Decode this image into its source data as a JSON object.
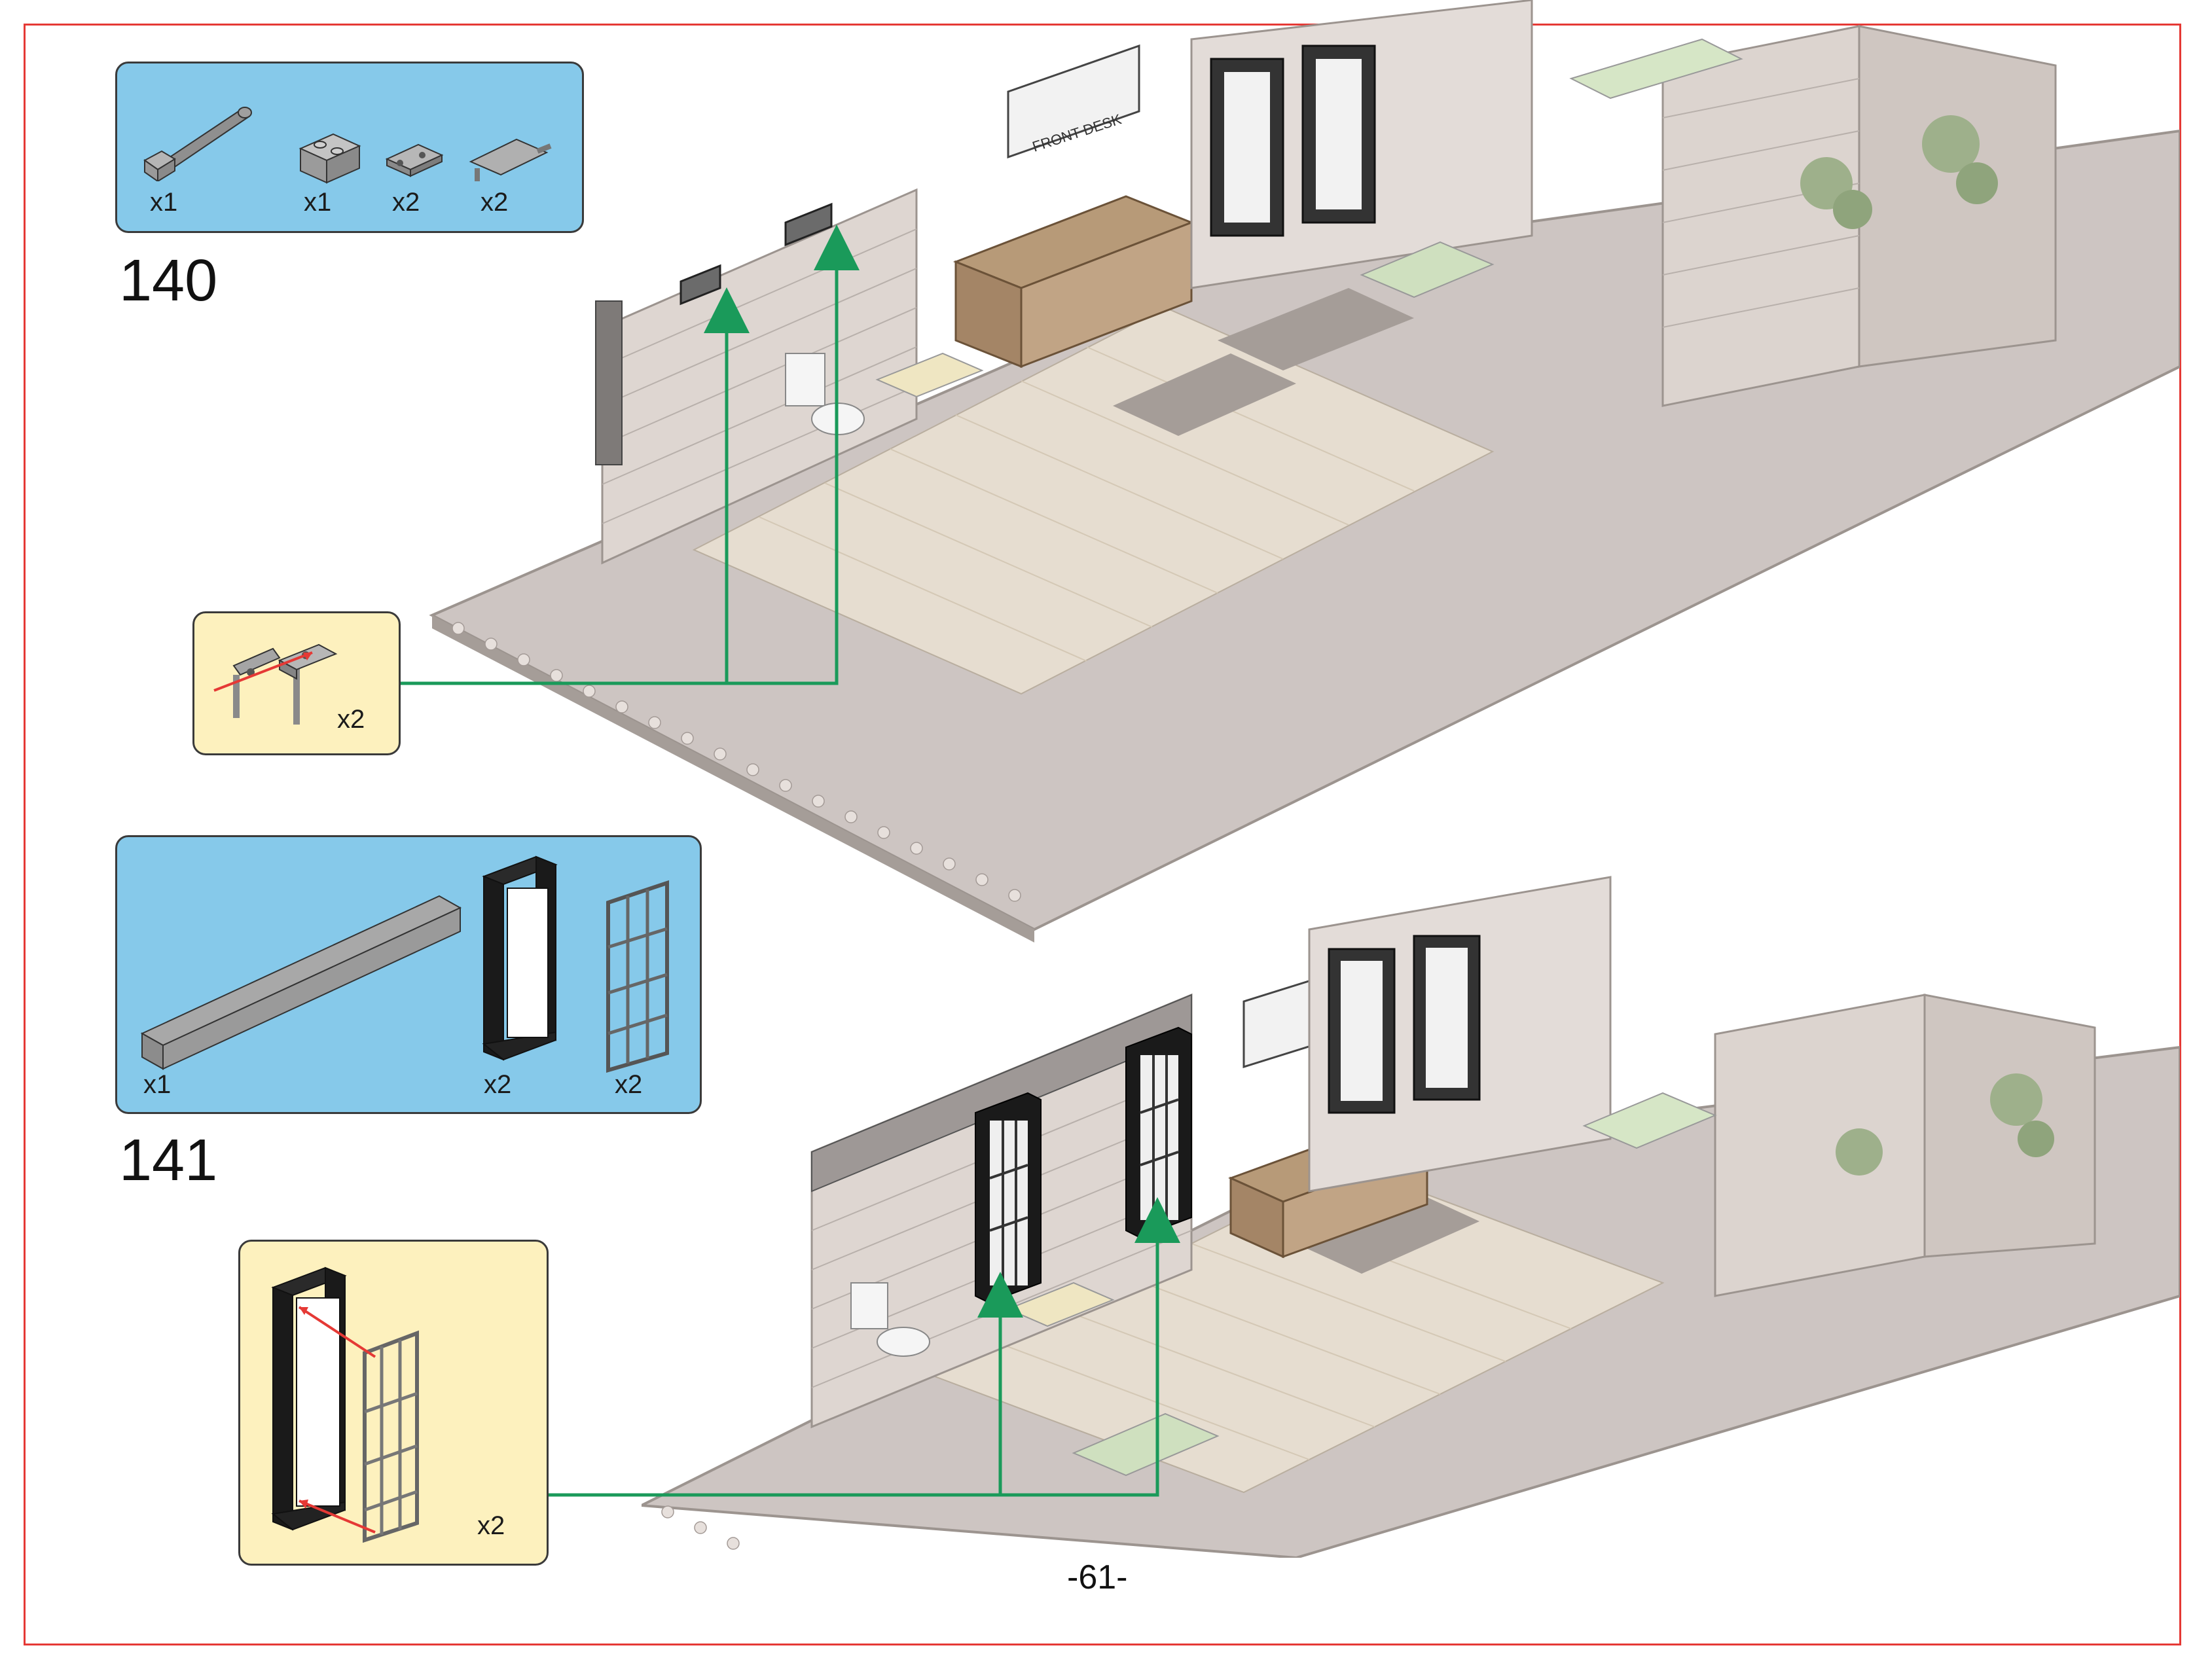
{
  "page": {
    "number": "-61-"
  },
  "steps": [
    {
      "number": "140",
      "parts": [
        {
          "name": "bar-with-clip",
          "qty": "x1"
        },
        {
          "name": "brick-1x2",
          "qty": "x1"
        },
        {
          "name": "plate-1x2-with-clips",
          "qty": "x2"
        },
        {
          "name": "bar-holder-with-handle",
          "qty": "x2"
        }
      ],
      "subassembly": {
        "qty": "x2"
      }
    },
    {
      "number": "141",
      "parts": [
        {
          "name": "brick-1x16",
          "qty": "x1"
        },
        {
          "name": "door-frame-1x4x6",
          "qty": "x2"
        },
        {
          "name": "bar-door-grille",
          "qty": "x2"
        }
      ],
      "subassembly": {
        "qty": "x2"
      }
    }
  ],
  "scene_labels": {
    "sign_text": "FRONT DESK"
  },
  "colors": {
    "frame": "#e53935",
    "parts_box": "#86c9ea",
    "sub_box": "#fdf1be",
    "connector": "#1a9a5a",
    "arrow": "#e53935"
  }
}
